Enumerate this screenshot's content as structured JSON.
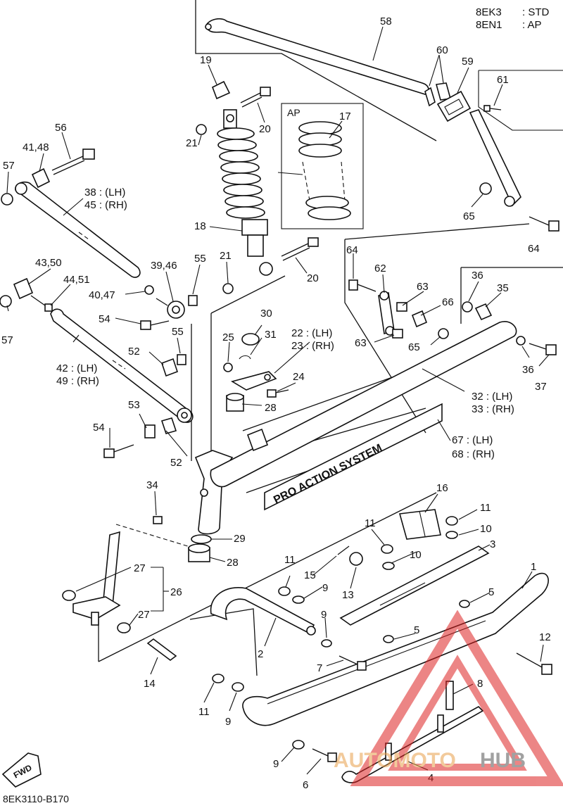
{
  "legend": [
    {
      "code": "8EK3",
      "meaning": ": STD"
    },
    {
      "code": "8EN1",
      "meaning": ": AP"
    }
  ],
  "ap_inset_label": "AP",
  "decal_text": "PRO ACTION SYSTEM",
  "fwd_label": "FWD",
  "diagram_code": "8EK3110-B170",
  "watermark": {
    "part1": "AUTOMOTO",
    "part2": "HUB"
  },
  "callouts": [
    {
      "id": "c58",
      "text": "58"
    },
    {
      "id": "c60",
      "text": "60"
    },
    {
      "id": "c59",
      "text": "59"
    },
    {
      "id": "c61",
      "text": "61"
    },
    {
      "id": "c19",
      "text": "19"
    },
    {
      "id": "c20a",
      "text": "20"
    },
    {
      "id": "c21a",
      "text": "21"
    },
    {
      "id": "c17",
      "text": "17"
    },
    {
      "id": "c56",
      "text": "56"
    },
    {
      "id": "c4148",
      "text": "41,48"
    },
    {
      "id": "c57a",
      "text": "57"
    },
    {
      "id": "c38",
      "text": "38 : (LH)"
    },
    {
      "id": "c45",
      "text": "45 : (RH)"
    },
    {
      "id": "c65a",
      "text": "65"
    },
    {
      "id": "c64a",
      "text": "64"
    },
    {
      "id": "c18",
      "text": "18"
    },
    {
      "id": "c21b",
      "text": "21"
    },
    {
      "id": "c20b",
      "text": "20"
    },
    {
      "id": "c64b",
      "text": "64"
    },
    {
      "id": "c62",
      "text": "62"
    },
    {
      "id": "c63a",
      "text": "63"
    },
    {
      "id": "c36a",
      "text": "36"
    },
    {
      "id": "c35",
      "text": "35"
    },
    {
      "id": "c66",
      "text": "66"
    },
    {
      "id": "c63b",
      "text": "63"
    },
    {
      "id": "c65b",
      "text": "65"
    },
    {
      "id": "c4350",
      "text": "43,50"
    },
    {
      "id": "c3946",
      "text": "39,46"
    },
    {
      "id": "c55a",
      "text": "55"
    },
    {
      "id": "c4451",
      "text": "44,51"
    },
    {
      "id": "c4047",
      "text": "40,47"
    },
    {
      "id": "c57b",
      "text": "57"
    },
    {
      "id": "c54a",
      "text": "54"
    },
    {
      "id": "c30",
      "text": "30"
    },
    {
      "id": "c25",
      "text": "25"
    },
    {
      "id": "c31",
      "text": "31"
    },
    {
      "id": "c22",
      "text": "22 : (LH)"
    },
    {
      "id": "c23",
      "text": "23 : (RH)"
    },
    {
      "id": "c55b",
      "text": "55"
    },
    {
      "id": "c36b",
      "text": "36"
    },
    {
      "id": "c37",
      "text": "37"
    },
    {
      "id": "c52a",
      "text": "52"
    },
    {
      "id": "c24",
      "text": "24"
    },
    {
      "id": "c42",
      "text": "42 : (LH)"
    },
    {
      "id": "c49",
      "text": "49 : (RH)"
    },
    {
      "id": "c32",
      "text": "32 : (LH)"
    },
    {
      "id": "c33",
      "text": "33 : (RH)"
    },
    {
      "id": "c28a",
      "text": "28"
    },
    {
      "id": "c53",
      "text": "53"
    },
    {
      "id": "c54b",
      "text": "54"
    },
    {
      "id": "c67",
      "text": "67 : (LH)"
    },
    {
      "id": "c68",
      "text": "68 : (RH)"
    },
    {
      "id": "c52b",
      "text": "52"
    },
    {
      "id": "c34",
      "text": "34"
    },
    {
      "id": "c16",
      "text": "16"
    },
    {
      "id": "c11a",
      "text": "11"
    },
    {
      "id": "c11b",
      "text": "11"
    },
    {
      "id": "c10a",
      "text": "10"
    },
    {
      "id": "c10b",
      "text": "10"
    },
    {
      "id": "c29",
      "text": "29"
    },
    {
      "id": "c3",
      "text": "3"
    },
    {
      "id": "c28b",
      "text": "28"
    },
    {
      "id": "c15",
      "text": "15"
    },
    {
      "id": "c11c",
      "text": "11"
    },
    {
      "id": "c13",
      "text": "13"
    },
    {
      "id": "c27a",
      "text": "27"
    },
    {
      "id": "c9a",
      "text": "9"
    },
    {
      "id": "c1",
      "text": "1"
    },
    {
      "id": "c26",
      "text": "26"
    },
    {
      "id": "c5a",
      "text": "5"
    },
    {
      "id": "c27b",
      "text": "27"
    },
    {
      "id": "c9b",
      "text": "9"
    },
    {
      "id": "c5b",
      "text": "5"
    },
    {
      "id": "c12",
      "text": "12"
    },
    {
      "id": "c2",
      "text": "2"
    },
    {
      "id": "c7",
      "text": "7"
    },
    {
      "id": "c14",
      "text": "14"
    },
    {
      "id": "c8",
      "text": "8"
    },
    {
      "id": "c11d",
      "text": "11"
    },
    {
      "id": "c9c",
      "text": "9"
    },
    {
      "id": "c9d",
      "text": "9"
    },
    {
      "id": "c6",
      "text": "6"
    },
    {
      "id": "c4",
      "text": "4"
    }
  ]
}
